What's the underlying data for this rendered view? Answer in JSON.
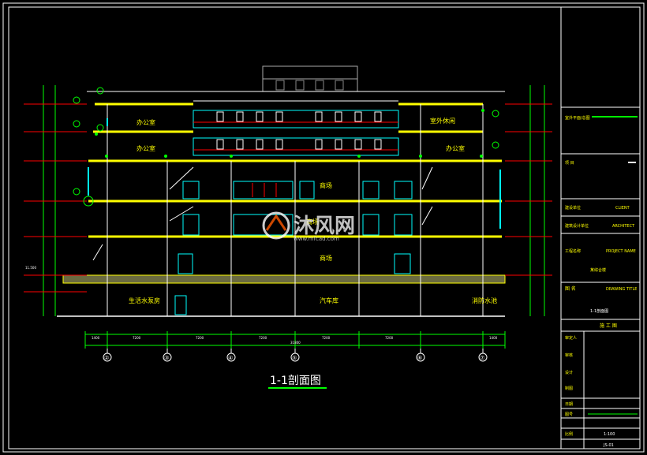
{
  "drawing": {
    "title": "1-1剖面图",
    "room_labels": {
      "office_upper": "办公室",
      "office_lower": "办公室",
      "outdoor_gym": "室外休闲",
      "office_right": "办公室",
      "mall_top": "商场",
      "mall_mid": "商场",
      "mall_low": "商场",
      "water_pump": "生活水泵房",
      "garage": "汽车库",
      "fire_pool": "消防水池"
    },
    "grid_axes": [
      "②",
      "③",
      "④",
      "⑤",
      "⑥",
      "⑦"
    ],
    "bottom_dims": [
      "1400",
      "7200",
      "7200",
      "7200",
      "7200",
      "7200",
      "1400"
    ],
    "total_dim": "31800",
    "small_tag": "11.500"
  },
  "title_block": {
    "rows": [
      {
        "label": "室外平面/总图",
        "value": ""
      },
      {
        "label": "项 目",
        "value": ""
      },
      {
        "label": "建设单位",
        "value": "CLIENT"
      },
      {
        "label": "建筑设计单位",
        "value": "ARCHITECT"
      },
      {
        "label": "工程名称",
        "value": "PROJECT NAME"
      },
      {
        "label": "",
        "value": "某综合楼"
      },
      {
        "label": "图 名",
        "value": "DRAWING TITLE"
      },
      {
        "label": "",
        "value": "1-1剖面图"
      }
    ],
    "construction_label": "施 工 图",
    "sign_labels": [
      "审定人",
      "审核",
      "设计",
      "制图"
    ],
    "bottom_labels": [
      "日期",
      "图号",
      "比例"
    ],
    "scale": "1:100",
    "sheet_no": "JS-01"
  },
  "watermark": {
    "brand": "沐风网",
    "url": "www.mfcad.com"
  },
  "colors": {
    "background": "#000000",
    "frame": "#ffffff",
    "floor_slab": "#ffff00",
    "wall": "#ffffff",
    "window": "#00ffff",
    "dimension": "#00ff00",
    "axis": "#ff0000",
    "title_underline": "#00ff00"
  }
}
